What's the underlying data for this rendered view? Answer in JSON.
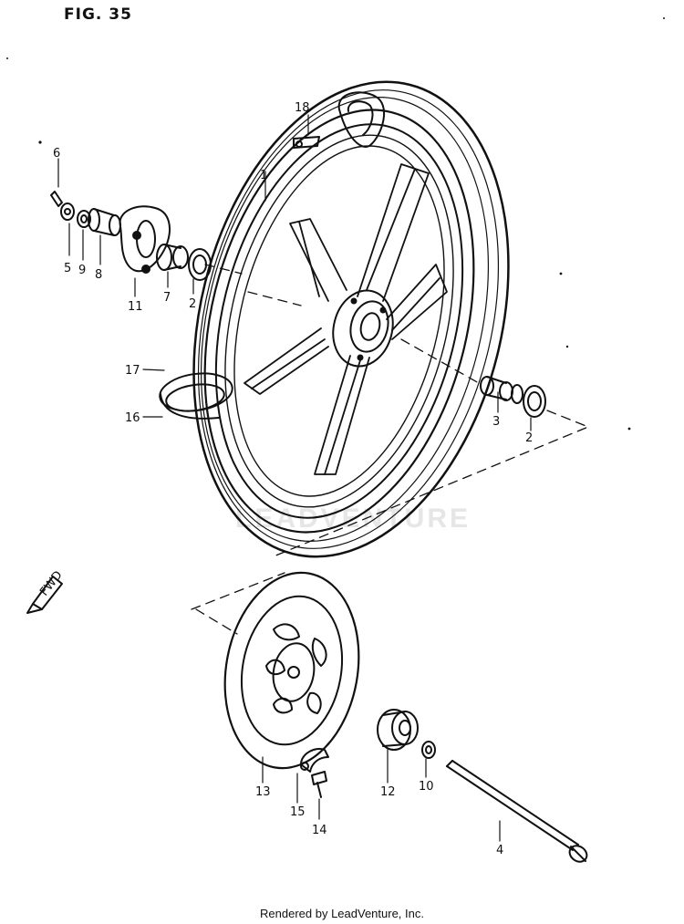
{
  "figure": {
    "label": "FIG. 35"
  },
  "watermark": "LEADVENTURE",
  "credit": "Rendered by LeadVenture, Inc.",
  "front_badge": "FWD",
  "callouts": {
    "c1": "1",
    "c2a": "2",
    "c2b": "2",
    "c3": "3",
    "c4": "4",
    "c5": "5",
    "c6": "6",
    "c7": "7",
    "c8": "8",
    "c9": "9",
    "c10": "10",
    "c11": "11",
    "c12": "12",
    "c13": "13",
    "c14": "14",
    "c15": "15",
    "c16": "16",
    "c17": "17",
    "c18": "18"
  }
}
